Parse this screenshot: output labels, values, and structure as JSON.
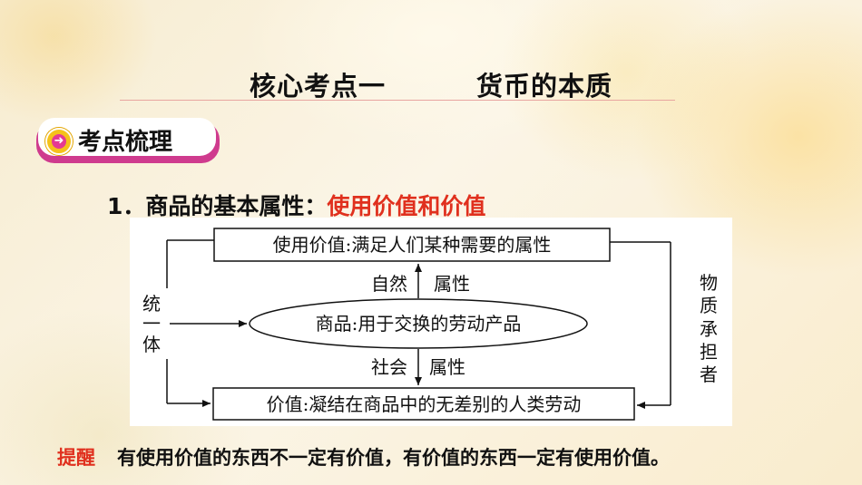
{
  "title": {
    "left": "核心考点一",
    "right": "货币的本质"
  },
  "tag": {
    "label": "考点梳理",
    "icon": "arrow-right-circle-icon"
  },
  "point1": {
    "number": "1",
    "prefix": "．商品的基本属性：",
    "highlight": "使用价值和价值"
  },
  "diagram": {
    "use_value_box": "使用价值:满足人们某种需要的属性",
    "commodity_ellipse": "商品:用于交换的劳动产品",
    "value_box": "价值:凝结在商品中的无差别的人类劳动",
    "nature_left": "自然",
    "nature_right": "属性",
    "social_left": "社会",
    "social_right": "属性",
    "unity_label": [
      "统",
      "一",
      "体"
    ],
    "carrier_label": [
      "物",
      "质",
      "承",
      "担",
      "者"
    ]
  },
  "tip": {
    "label": "提醒",
    "text": "有使用价值的东西不一定有价值，有价值的东西一定有使用价值。"
  },
  "colors": {
    "accent_red": "#e0301e",
    "tag_pink": "#cf3b8e",
    "icon_yellow": "#f5c21b"
  }
}
